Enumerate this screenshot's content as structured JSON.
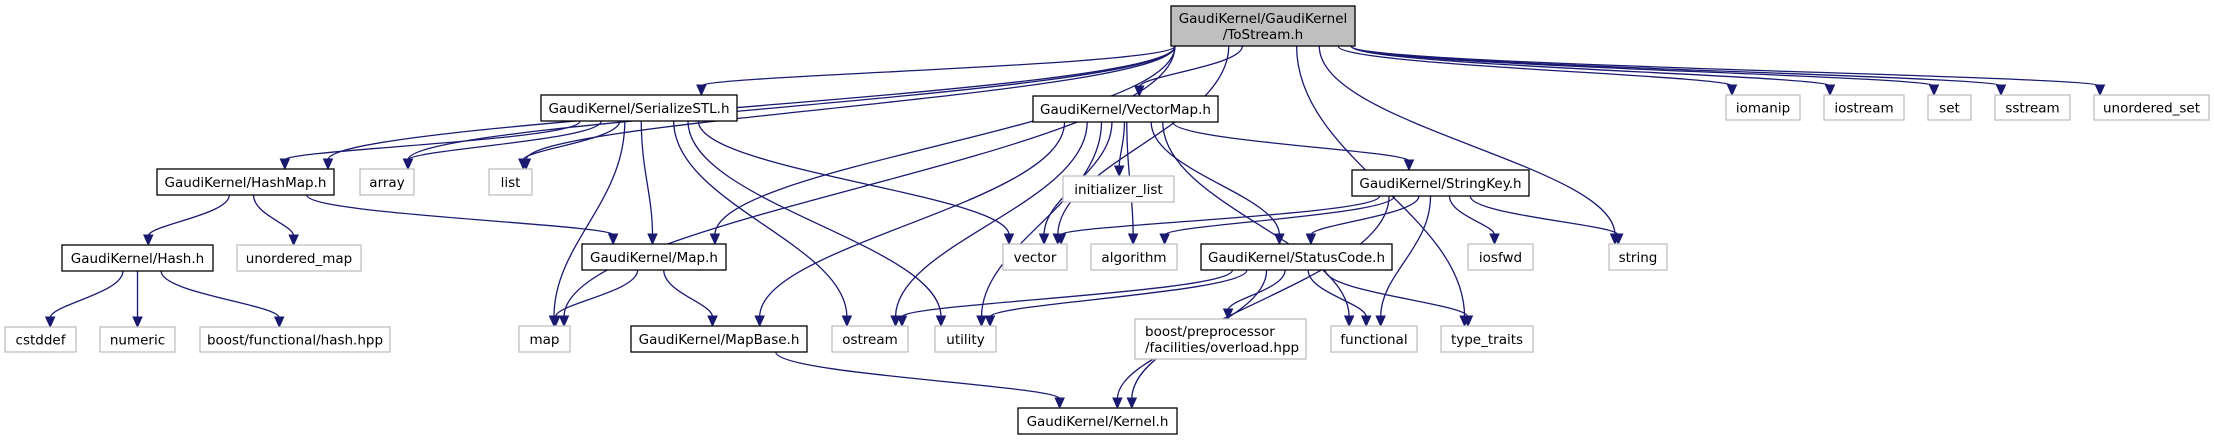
{
  "diagram": {
    "title": "GaudiKernel/GaudiKernel/ToStream.h",
    "colors": {
      "edge": "#191970",
      "root_fill": "#bfbfbf",
      "local_border": "#000000",
      "system_border": "#bfbfbf"
    },
    "nodes": [
      {
        "id": "tostream",
        "lines": [
          "GaudiKernel/GaudiKernel",
          "/ToStream.h"
        ],
        "kind": "root"
      },
      {
        "id": "serializestl",
        "lines": [
          "GaudiKernel/SerializeSTL.h"
        ],
        "kind": "local"
      },
      {
        "id": "vectormap",
        "lines": [
          "GaudiKernel/VectorMap.h"
        ],
        "kind": "local"
      },
      {
        "id": "iomanip",
        "lines": [
          "iomanip"
        ],
        "kind": "system"
      },
      {
        "id": "iostream",
        "lines": [
          "iostream"
        ],
        "kind": "system"
      },
      {
        "id": "set",
        "lines": [
          "set"
        ],
        "kind": "system"
      },
      {
        "id": "sstream",
        "lines": [
          "sstream"
        ],
        "kind": "system"
      },
      {
        "id": "unordered_set",
        "lines": [
          "unordered_set"
        ],
        "kind": "system"
      },
      {
        "id": "hashmap",
        "lines": [
          "GaudiKernel/HashMap.h"
        ],
        "kind": "local"
      },
      {
        "id": "array",
        "lines": [
          "array"
        ],
        "kind": "system"
      },
      {
        "id": "list",
        "lines": [
          "list"
        ],
        "kind": "system"
      },
      {
        "id": "initializer_list",
        "lines": [
          "initializer_list"
        ],
        "kind": "system"
      },
      {
        "id": "stringkey",
        "lines": [
          "GaudiKernel/StringKey.h"
        ],
        "kind": "local"
      },
      {
        "id": "hash",
        "lines": [
          "GaudiKernel/Hash.h"
        ],
        "kind": "local"
      },
      {
        "id": "unordered_map",
        "lines": [
          "unordered_map"
        ],
        "kind": "system"
      },
      {
        "id": "maph",
        "lines": [
          "GaudiKernel/Map.h"
        ],
        "kind": "local"
      },
      {
        "id": "vector",
        "lines": [
          "vector"
        ],
        "kind": "system"
      },
      {
        "id": "algorithm",
        "lines": [
          "algorithm"
        ],
        "kind": "system"
      },
      {
        "id": "statuscode",
        "lines": [
          "GaudiKernel/StatusCode.h"
        ],
        "kind": "local"
      },
      {
        "id": "iosfwd",
        "lines": [
          "iosfwd"
        ],
        "kind": "system"
      },
      {
        "id": "string",
        "lines": [
          "string"
        ],
        "kind": "system"
      },
      {
        "id": "cstddef",
        "lines": [
          "cstddef"
        ],
        "kind": "system"
      },
      {
        "id": "numeric",
        "lines": [
          "numeric"
        ],
        "kind": "system"
      },
      {
        "id": "boost_hash",
        "lines": [
          "boost/functional/hash.hpp"
        ],
        "kind": "system"
      },
      {
        "id": "map",
        "lines": [
          "map"
        ],
        "kind": "system"
      },
      {
        "id": "mapbase",
        "lines": [
          "GaudiKernel/MapBase.h"
        ],
        "kind": "local"
      },
      {
        "id": "ostream",
        "lines": [
          "ostream"
        ],
        "kind": "system"
      },
      {
        "id": "utility",
        "lines": [
          "utility"
        ],
        "kind": "system"
      },
      {
        "id": "boost_overload",
        "lines": [
          "boost/preprocessor",
          "/facilities/overload.hpp"
        ],
        "kind": "system"
      },
      {
        "id": "functional",
        "lines": [
          "functional"
        ],
        "kind": "system"
      },
      {
        "id": "type_traits",
        "lines": [
          "type_traits"
        ],
        "kind": "system"
      },
      {
        "id": "kernel",
        "lines": [
          "GaudiKernel/Kernel.h"
        ],
        "kind": "local"
      }
    ],
    "edges": [
      [
        "tostream",
        "hashmap"
      ],
      [
        "tostream",
        "array"
      ],
      [
        "tostream",
        "map"
      ],
      [
        "tostream",
        "list"
      ],
      [
        "tostream",
        "serializestl"
      ],
      [
        "tostream",
        "maph"
      ],
      [
        "tostream",
        "vectormap"
      ],
      [
        "tostream",
        "vector"
      ],
      [
        "tostream",
        "string"
      ],
      [
        "tostream",
        "type_traits"
      ],
      [
        "tostream",
        "iomanip"
      ],
      [
        "tostream",
        "iostream"
      ],
      [
        "tostream",
        "set"
      ],
      [
        "tostream",
        "sstream"
      ],
      [
        "tostream",
        "unordered_set"
      ],
      [
        "serializestl",
        "hashmap"
      ],
      [
        "serializestl",
        "array"
      ],
      [
        "serializestl",
        "list"
      ],
      [
        "serializestl",
        "map"
      ],
      [
        "serializestl",
        "maph"
      ],
      [
        "serializestl",
        "ostream"
      ],
      [
        "serializestl",
        "utility"
      ],
      [
        "serializestl",
        "vector"
      ],
      [
        "hashmap",
        "hash"
      ],
      [
        "hashmap",
        "unordered_map"
      ],
      [
        "hashmap",
        "maph"
      ],
      [
        "hash",
        "cstddef"
      ],
      [
        "hash",
        "numeric"
      ],
      [
        "hash",
        "boost_hash"
      ],
      [
        "maph",
        "map"
      ],
      [
        "maph",
        "mapbase"
      ],
      [
        "mapbase",
        "kernel"
      ],
      [
        "vectormap",
        "mapbase"
      ],
      [
        "vectormap",
        "ostream"
      ],
      [
        "vectormap",
        "utility"
      ],
      [
        "vectormap",
        "vector"
      ],
      [
        "vectormap",
        "initializer_list"
      ],
      [
        "vectormap",
        "algorithm"
      ],
      [
        "vectormap",
        "statuscode"
      ],
      [
        "vectormap",
        "stringkey"
      ],
      [
        "vectormap",
        "functional"
      ],
      [
        "stringkey",
        "vector"
      ],
      [
        "stringkey",
        "algorithm"
      ],
      [
        "stringkey",
        "statuscode"
      ],
      [
        "stringkey",
        "functional"
      ],
      [
        "stringkey",
        "iosfwd"
      ],
      [
        "stringkey",
        "string"
      ],
      [
        "stringkey",
        "kernel"
      ],
      [
        "statuscode",
        "ostream"
      ],
      [
        "statuscode",
        "utility"
      ],
      [
        "statuscode",
        "kernel"
      ],
      [
        "statuscode",
        "boost_overload"
      ],
      [
        "statuscode",
        "functional"
      ],
      [
        "statuscode",
        "type_traits"
      ]
    ]
  }
}
